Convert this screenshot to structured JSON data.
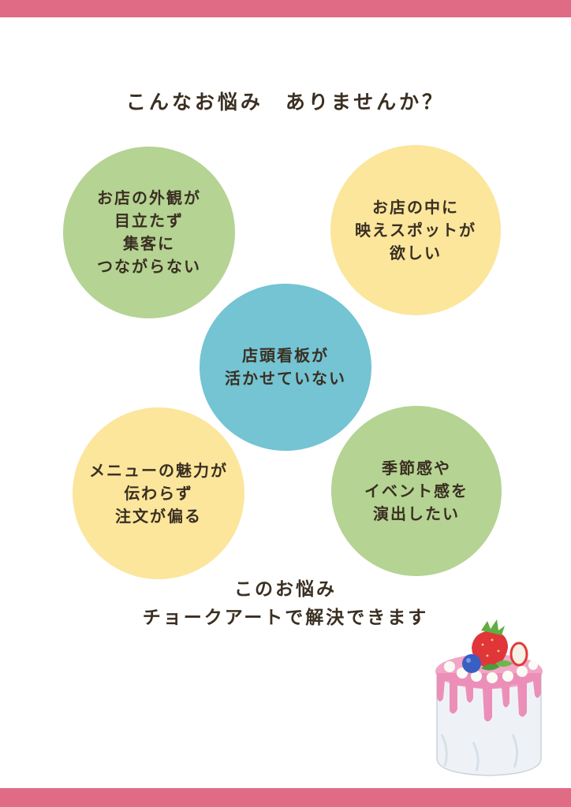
{
  "heading": {
    "part1": "こんなお悩み",
    "part2": "ありませんか？"
  },
  "bubbles": {
    "top_left": [
      "お店の外観が",
      "目立たず",
      "集客に",
      "つながらない"
    ],
    "top_right": [
      "お店の中に",
      "映えスポットが",
      "欲しい"
    ],
    "center": [
      "店頭看板が",
      "活かせていない"
    ],
    "bottom_left": [
      "メニューの魅力が",
      "伝わらず",
      "注文が偏る"
    ],
    "bottom_right": [
      "季節感や",
      "イベント感を",
      "演出したい"
    ]
  },
  "conclusion": {
    "line1": "このお悩み",
    "line2": "チョークアートで解決できます"
  },
  "colors": {
    "accent_bar": "#e06b84",
    "green": "#b5d393",
    "yellow": "#fbe69c",
    "blue": "#74c4d3",
    "text": "#3a2f22"
  },
  "illustration": "cake-illustration"
}
